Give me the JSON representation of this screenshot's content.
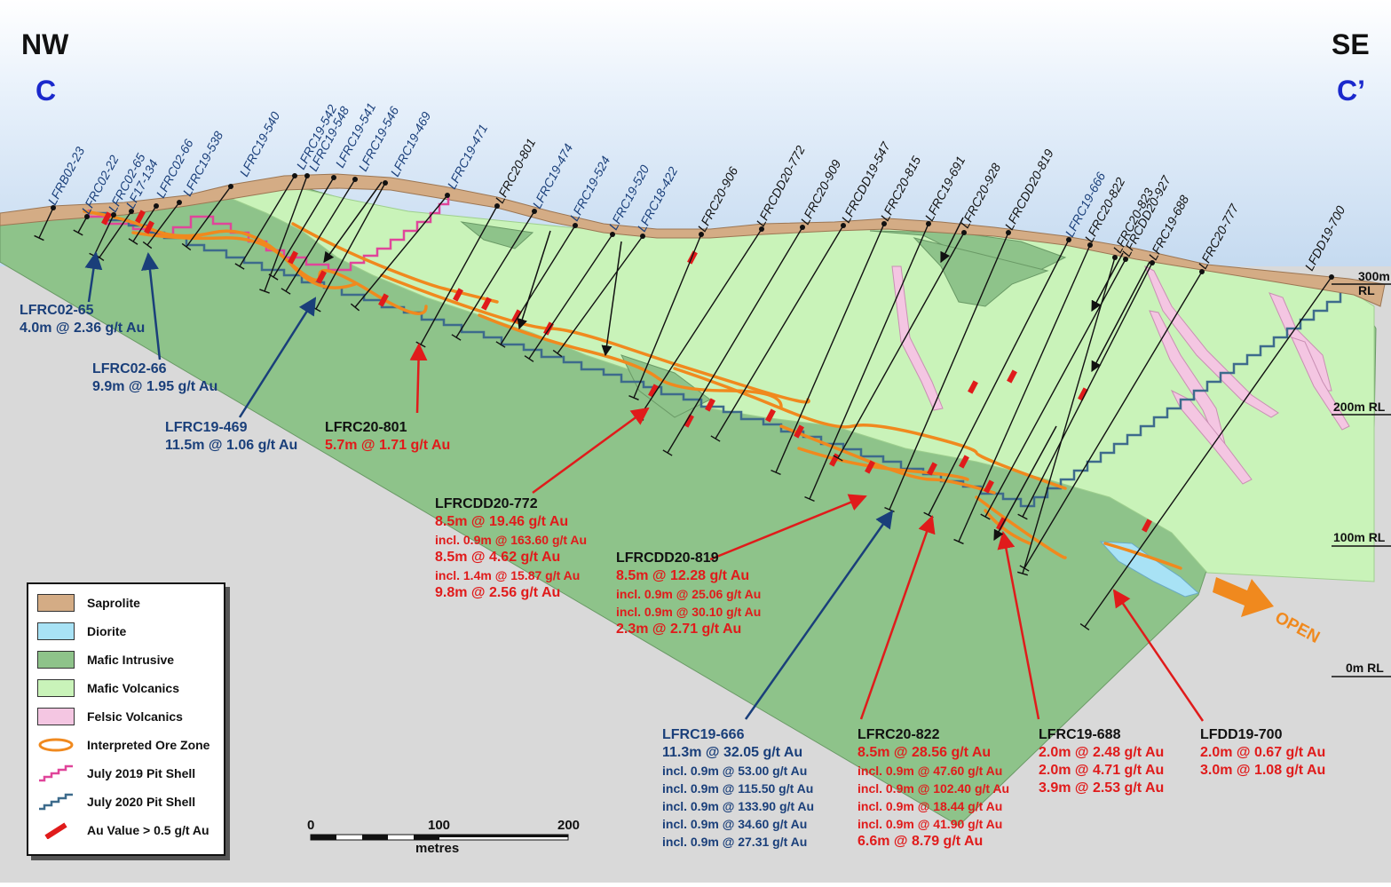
{
  "header": {
    "left_dir": "NW",
    "right_dir": "SE",
    "left_section": "C",
    "right_section": "C’"
  },
  "rl_labels": [
    "300m RL",
    "200m RL",
    "100m RL",
    "0m RL"
  ],
  "holes": [
    {
      "id": "LFRB02-23",
      "color": "#1a3f7a"
    },
    {
      "id": "LFRC02-22",
      "color": "#1a3f7a"
    },
    {
      "id": "LFRC02-65",
      "color": "#1a3f7a"
    },
    {
      "id": "LF17-134",
      "color": "#1a3f7a"
    },
    {
      "id": "LFRC02-66",
      "color": "#1a3f7a"
    },
    {
      "id": "LFRC19-538",
      "color": "#1a3f7a"
    },
    {
      "id": "LFRC19-540",
      "color": "#1a3f7a"
    },
    {
      "id": "LFRC19-542",
      "color": "#1a3f7a"
    },
    {
      "id": "LFRC19-548",
      "color": "#1a3f7a"
    },
    {
      "id": "LFRC19-541",
      "color": "#1a3f7a"
    },
    {
      "id": "LFRC19-546",
      "color": "#1a3f7a"
    },
    {
      "id": "LFRC19-469",
      "color": "#1a3f7a"
    },
    {
      "id": "LFRC19-471",
      "color": "#1a3f7a"
    },
    {
      "id": "LFRC20-801",
      "color": "#111111"
    },
    {
      "id": "LFRC19-474",
      "color": "#1a3f7a"
    },
    {
      "id": "LFRC19-524",
      "color": "#1a3f7a"
    },
    {
      "id": "LFRC19-520",
      "color": "#1a3f7a"
    },
    {
      "id": "LFRC18-422",
      "color": "#1a3f7a"
    },
    {
      "id": "LFRC20-906",
      "color": "#111111"
    },
    {
      "id": "LFRCDD20-772",
      "color": "#111111"
    },
    {
      "id": "LFRC20-909",
      "color": "#111111"
    },
    {
      "id": "LFRCDD19-547",
      "color": "#111111"
    },
    {
      "id": "LFRC20-815",
      "color": "#111111"
    },
    {
      "id": "LFRC19-691",
      "color": "#111111"
    },
    {
      "id": "LFRC20-928",
      "color": "#111111"
    },
    {
      "id": "LFRCDD20-819",
      "color": "#111111"
    },
    {
      "id": "LFRC19-666",
      "color": "#1a3f7a"
    },
    {
      "id": "LFRC20-822",
      "color": "#111111"
    },
    {
      "id": "LFRC20-823",
      "color": "#111111"
    },
    {
      "id": "LFRCDD20-927",
      "color": "#111111"
    },
    {
      "id": "LFRC19-688",
      "color": "#111111"
    },
    {
      "id": "LFRC20-777",
      "color": "#111111"
    },
    {
      "id": "LFDD19-700",
      "color": "#111111"
    }
  ],
  "annotations": {
    "lfrc02_65": {
      "title": "LFRC02-65",
      "lines": [
        "4.0m @ 2.36 g/t Au"
      ]
    },
    "lfrc02_66": {
      "title": "LFRC02-66",
      "lines": [
        "9.9m @ 1.95 g/t Au"
      ]
    },
    "lfrc19_469": {
      "title": "LFRC19-469",
      "lines": [
        "11.5m @ 1.06 g/t Au"
      ]
    },
    "lfrc20_801": {
      "title": "LFRC20-801",
      "lines": [
        "5.7m @ 1.71 g/t Au"
      ]
    },
    "lfrcdd20_772": {
      "title": "LFRCDD20-772",
      "lines": [
        "8.5m @ 19.46 g/t Au",
        "incl. 0.9m @ 163.60 g/t Au",
        "8.5m @ 4.62 g/t Au",
        "incl. 1.4m @ 15.87 g/t Au",
        "9.8m @ 2.56 g/t Au"
      ]
    },
    "lfrcdd20_819": {
      "title": "LFRCDD20-819",
      "lines": [
        "8.5m @ 12.28 g/t Au",
        "incl. 0.9m @ 25.06 g/t Au",
        "incl. 0.9m @ 30.10 g/t Au",
        "2.3m @ 2.71 g/t Au"
      ]
    },
    "lfrc19_666": {
      "title": "LFRC19-666",
      "lines": [
        "11.3m @ 32.05 g/t Au",
        "incl. 0.9m @ 53.00 g/t Au",
        "incl. 0.9m @ 115.50 g/t Au",
        "incl. 0.9m @ 133.90 g/t Au",
        "incl. 0.9m @ 34.60 g/t Au",
        "incl. 0.9m @ 27.31 g/t Au"
      ]
    },
    "lfrc20_822": {
      "title": "LFRC20-822",
      "lines": [
        "8.5m @ 28.56 g/t Au",
        "incl. 0.9m @ 47.60 g/t Au",
        "incl. 0.9m @ 102.40 g/t Au",
        "incl. 0.9m @ 18.44 g/t Au",
        "incl. 0.9m @ 41.90 g/t Au",
        "6.6m @ 8.79 g/t Au"
      ]
    },
    "lfrc19_688": {
      "title": "LFRC19-688",
      "lines": [
        "2.0m @ 2.48 g/t Au",
        "2.0m @ 4.71 g/t Au",
        "3.9m @ 2.53 g/t Au"
      ]
    },
    "lfdd19_700": {
      "title": "LFDD19-700",
      "lines": [
        "2.0m @ 0.67 g/t Au",
        "3.0m @ 1.08 g/t Au"
      ]
    }
  },
  "open_label": "OPEN",
  "legend": [
    {
      "label": "Saprolite",
      "color": "#d4ac85"
    },
    {
      "label": "Diorite",
      "color": "#a8e2f5"
    },
    {
      "label": "Mafic Intrusive",
      "color": "#8ec38a"
    },
    {
      "label": "Mafic Volcanics",
      "color": "#c9f3b9"
    },
    {
      "label": "Felsic Volcanics",
      "color": "#f4c6e2"
    },
    {
      "label": "Interpreted Ore Zone",
      "color": "#f0891e"
    },
    {
      "label": "July 2019 Pit Shell",
      "color": "#e0459a"
    },
    {
      "label": "July 2020 Pit Shell",
      "color": "#3d6b8c"
    },
    {
      "label": "Au Value > 0.5 g/t Au",
      "color": "#e01b1b"
    }
  ],
  "scale": {
    "ticks": [
      "0",
      "100",
      "200"
    ],
    "unit": "metres"
  }
}
